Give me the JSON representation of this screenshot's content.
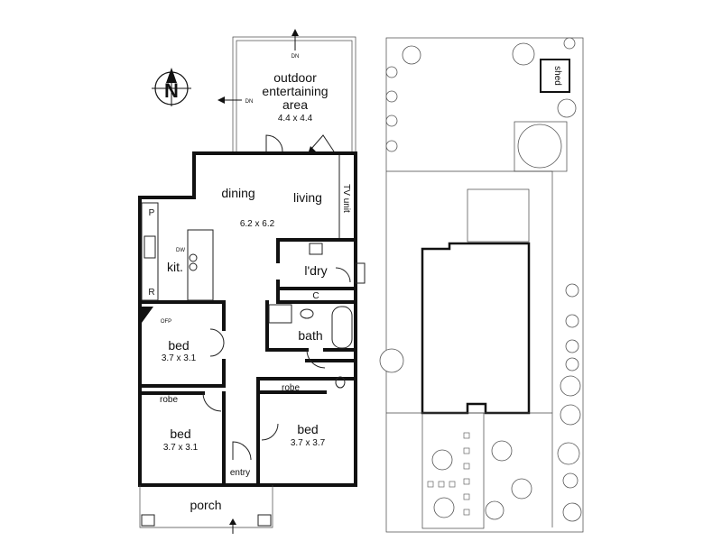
{
  "compass": {
    "letter": "N"
  },
  "rooms": {
    "outdoor": {
      "line1": "outdoor",
      "line2": "entertaining",
      "line3": "area",
      "size": "4.4 x 4.4"
    },
    "dining": {
      "label": "dining"
    },
    "living": {
      "label": "living"
    },
    "dining_living_size": "6.2 x 6.2",
    "tv_unit": "TV unit",
    "kitchen": {
      "label": "kit.",
      "pantry": "P",
      "fridge": "R",
      "dishwasher": "DW"
    },
    "laundry": {
      "label": "l'dry",
      "cupboard": "C"
    },
    "bath": {
      "label": "bath"
    },
    "bed1": {
      "label": "bed",
      "size": "3.7 x 3.1",
      "fireplace": "OFP"
    },
    "bed2": {
      "label": "bed",
      "size": "3.7 x 3.1",
      "robe": "robe"
    },
    "bed3": {
      "label": "bed",
      "size": "3.7 x 3.7",
      "robe": "robe"
    },
    "entry": {
      "label": "entry"
    },
    "porch": {
      "label": "porch"
    }
  },
  "stairs": {
    "down_top": "DN",
    "down_left": "DN"
  },
  "site": {
    "shed": "shed"
  }
}
